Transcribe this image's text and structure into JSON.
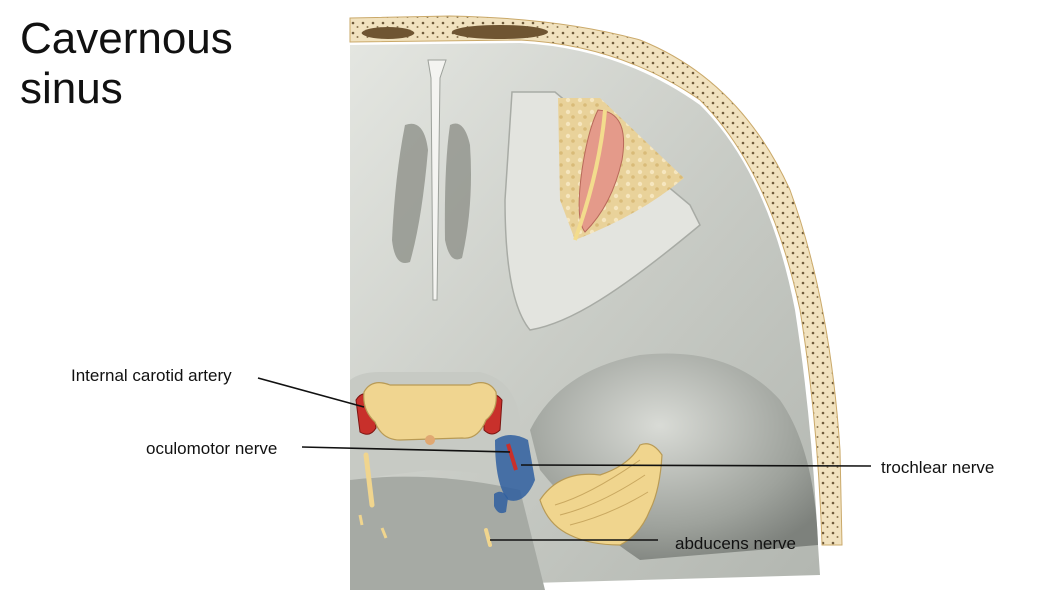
{
  "title": "Cavernous\nsinus",
  "labels": {
    "internal_carotid_artery": "Internal carotid artery",
    "oculomotor_nerve": "oculomotor nerve",
    "trochlear_nerve": "trochlear nerve",
    "abducens_nerve": "abducens nerve"
  },
  "colors": {
    "bone": "#efe0bc",
    "dura": "#cfd2cc",
    "artery": "#c8302b",
    "vein": "#2f5fa0",
    "nerve": "#f0d58e",
    "leader": "#111111"
  }
}
